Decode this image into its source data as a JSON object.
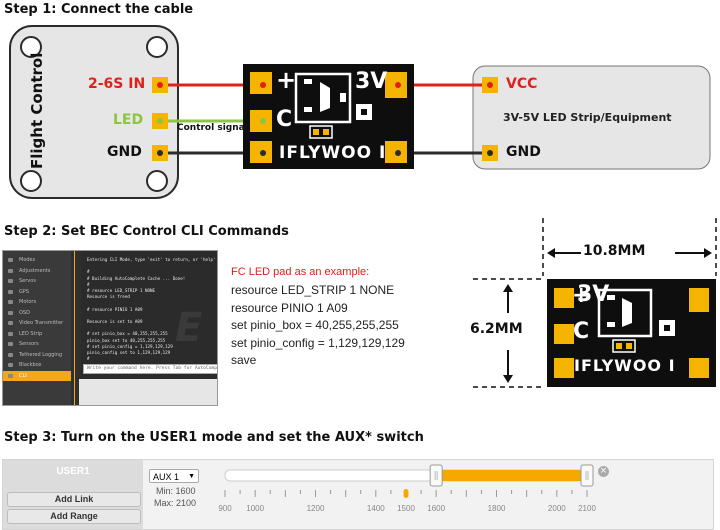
{
  "step1": {
    "title": "Step 1: Connect the cable",
    "fc_label": "Flight Control",
    "pin_power": "2-6S IN",
    "pin_led": "LED",
    "pin_gnd": "GND",
    "control_signal": "Control signal",
    "board_plus": "+",
    "board_3v": "3V",
    "board_c": "C",
    "board_brand": "IFLYWOO I",
    "out_vcc": "VCC",
    "out_gnd": "GND",
    "out_device": "3V-5V LED Strip/Equipment",
    "colors": {
      "power": "#e0201b",
      "signal": "#8cc63f",
      "ground": "#2b2b2b",
      "pad": "#f5b400"
    }
  },
  "step2": {
    "title": "Step 2: Set BEC Control CLI Commands",
    "sidebar": [
      "Modes",
      "Adjustments",
      "Servos",
      "GPS",
      "Motors",
      "OSD",
      "Video Transmitter",
      "LED Strip",
      "Sensors",
      "Tethered Logging",
      "Blackbox",
      "CLI"
    ],
    "cli_output": [
      "Entering CLI Mode, type 'exit' to return, or 'help'",
      "",
      "#",
      "# Building AutoComplete Cache ... Done!",
      "#",
      "# resource LED_STRIP 1 NONE",
      "Resource is freed",
      "",
      "# resource PINIO 1 A09",
      "",
      "Resource is set to A09",
      "",
      "# set pinio_box = 40,255,255,255",
      "pinio_box set to 40,255,255,255",
      "# set pinio_config = 1,129,129,129",
      "pinio_config set to 1,129,129,129",
      "#"
    ],
    "cli_prompt": "Write your command here. Press Tab for AutoComple",
    "watermark": "E",
    "cmd_header": "FC LED pad as an example:",
    "commands": [
      "resource LED_STRIP 1 NONE",
      "resource PINIO 1 A09",
      "set pinio_box = 40,255,255,255",
      "set pinio_config = 1,129,129,129",
      "save"
    ],
    "dim_width": "10.8MM",
    "dim_height": "6.2MM"
  },
  "step3": {
    "title": "Step 3: Turn on the USER1 mode and set the AUX* switch",
    "mode_name": "USER1",
    "add_link": "Add Link",
    "add_range": "Add Range",
    "aux_select": "AUX 1",
    "min_label": "Min: 1600",
    "max_label": "Max: 2100",
    "ticks": [
      "900",
      "1000",
      "1200",
      "1400",
      "1500",
      "1600",
      "1800",
      "2000",
      "2100"
    ],
    "range_min": 1600,
    "range_max": 2100,
    "scale_min": 900,
    "scale_max": 2100,
    "current_value": 1500,
    "accent": "#f5a900"
  }
}
